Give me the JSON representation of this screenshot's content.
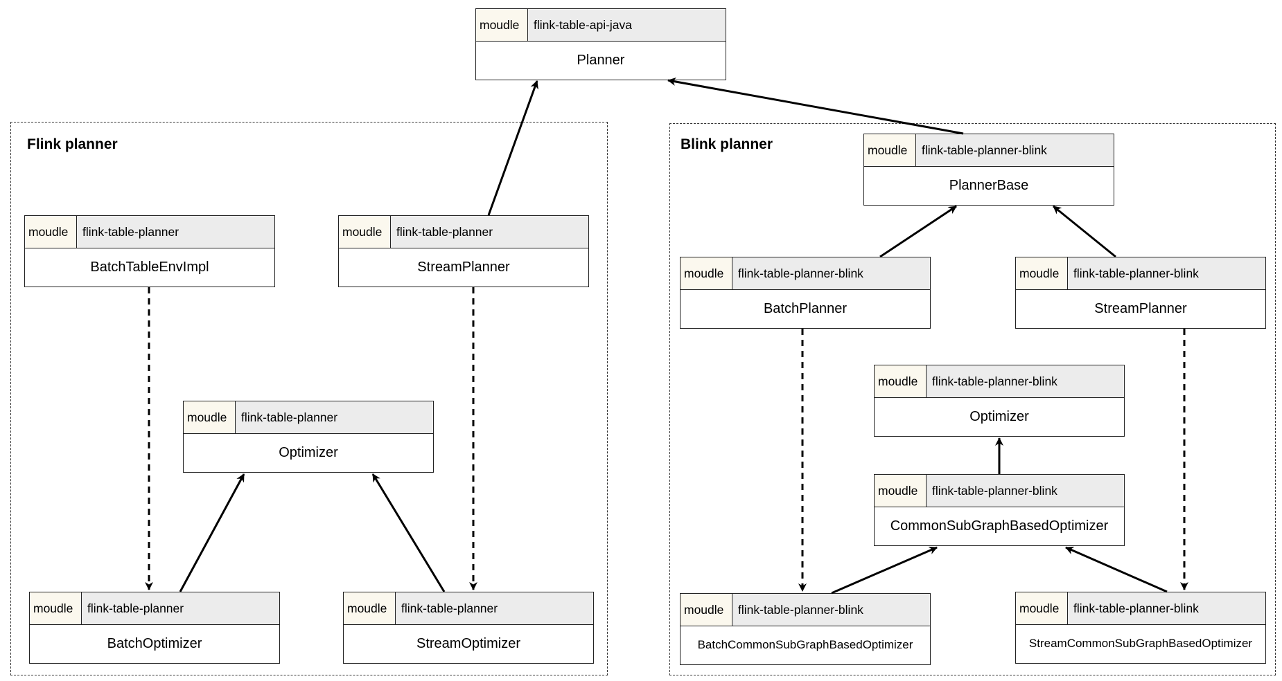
{
  "groups": {
    "flink": {
      "title": "Flink planner"
    },
    "blink": {
      "title": "Blink planner"
    }
  },
  "nodes": {
    "planner": {
      "tag": "moudle",
      "module": "flink-table-api-java",
      "name": "Planner"
    },
    "f_batchenv": {
      "tag": "moudle",
      "module": "flink-table-planner",
      "name": "BatchTableEnvImpl"
    },
    "f_streamplan": {
      "tag": "moudle",
      "module": "flink-table-planner",
      "name": "StreamPlanner"
    },
    "f_optimizer": {
      "tag": "moudle",
      "module": "flink-table-planner",
      "name": "Optimizer"
    },
    "f_batchopt": {
      "tag": "moudle",
      "module": "flink-table-planner",
      "name": "BatchOptimizer"
    },
    "f_streamopt": {
      "tag": "moudle",
      "module": "flink-table-planner",
      "name": "StreamOptimizer"
    },
    "b_plannerbase": {
      "tag": "moudle",
      "module": "flink-table-planner-blink",
      "name": "PlannerBase"
    },
    "b_batchplan": {
      "tag": "moudle",
      "module": "flink-table-planner-blink",
      "name": "BatchPlanner"
    },
    "b_streamplan": {
      "tag": "moudle",
      "module": "flink-table-planner-blink",
      "name": "StreamPlanner"
    },
    "b_optimizer": {
      "tag": "moudle",
      "module": "flink-table-planner-blink",
      "name": "Optimizer"
    },
    "b_commonopt": {
      "tag": "moudle",
      "module": "flink-table-planner-blink",
      "name": "CommonSubGraphBasedOptimizer"
    },
    "b_batchcommon": {
      "tag": "moudle",
      "module": "flink-table-planner-blink",
      "name": "BatchCommonSubGraphBasedOptimizer"
    },
    "b_streamcommon": {
      "tag": "moudle",
      "module": "flink-table-planner-blink",
      "name": "StreamCommonSubGraphBasedOptimizer"
    }
  },
  "colors": {
    "tag_bg": "#fbf8ee",
    "module_bg": "#ececec",
    "line": "#000000"
  }
}
